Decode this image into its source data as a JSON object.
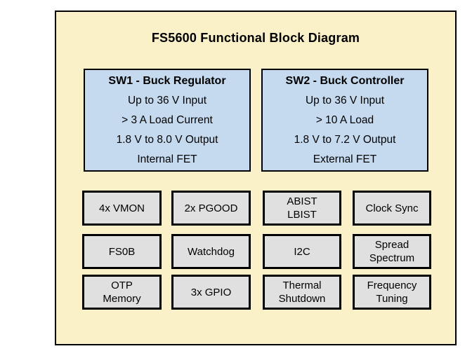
{
  "colors": {
    "page_bg": "#ffffff",
    "panel_bg": "#FAF1C9",
    "regulator_box_bg": "#C5DAEF",
    "feature_box_bg": "#E0E0E0",
    "border": "#000000",
    "text": "#000000"
  },
  "diagram": {
    "title": "FS5600 Functional Block Diagram",
    "regulators": [
      {
        "title": "SW1 - Buck Regulator",
        "lines": [
          "Up to 36 V Input",
          "> 3 A Load Current",
          "1.8 V to 8.0 V Output",
          "Internal FET"
        ]
      },
      {
        "title": "SW2 - Buck Controller",
        "lines": [
          "Up to 36 V Input",
          "> 10 A Load",
          "1.8 V to 7.2 V Output",
          "External FET"
        ]
      }
    ],
    "features": [
      [
        "4x VMON",
        "2x PGOOD",
        "ABIST\nLBIST",
        "Clock Sync"
      ],
      [
        "FS0B",
        "Watchdog",
        "I2C",
        "Spread\nSpectrum"
      ],
      [
        "OTP\nMemory",
        "3x GPIO",
        "Thermal\nShutdown",
        "Frequency\nTuning"
      ]
    ]
  }
}
